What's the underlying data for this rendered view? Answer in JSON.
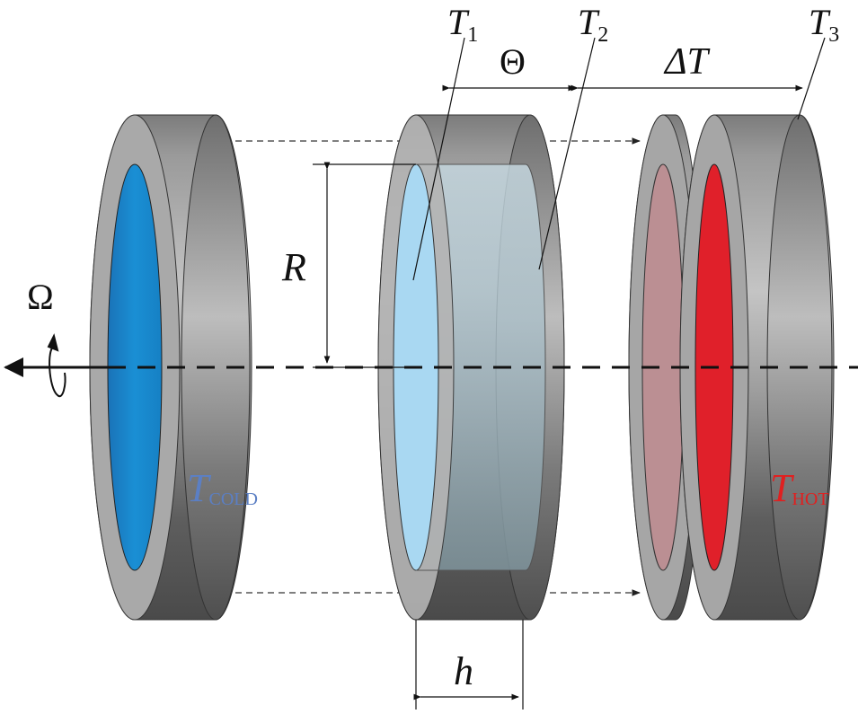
{
  "labels": {
    "t1_main": "T",
    "t1_sub": "1",
    "t2_main": "T",
    "t2_sub": "2",
    "t3_main": "T",
    "t3_sub": "3",
    "theta": "Θ",
    "delta_t": "ΔT",
    "radius": "R",
    "omega": "Ω",
    "height": "h",
    "t_cold_main": "T",
    "t_cold_sub": "COLD",
    "t_hot_main": "T",
    "t_hot_sub": "HOT"
  },
  "colors": {
    "cold_plate": "#1784c8",
    "fluid_face": "#a9d8f2",
    "hot_plate": "#e0202a",
    "pink_plate": "#bb8f93",
    "t_cold_text": "#5b7fc4",
    "t_hot_text": "#e02020",
    "ring_gray": "#8a8a8a"
  }
}
